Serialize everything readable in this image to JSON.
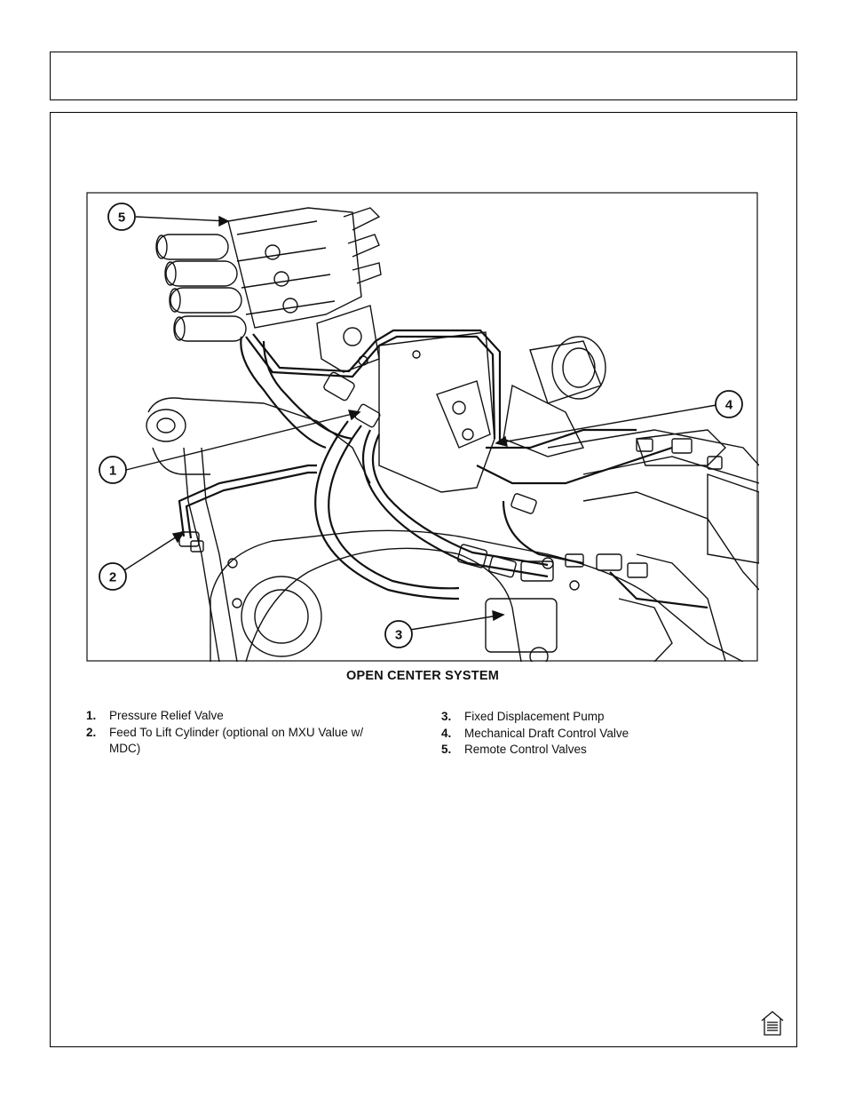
{
  "figure": {
    "callouts": [
      "1",
      "2",
      "3",
      "4",
      "5"
    ]
  },
  "caption": "OPEN CENTER SYSTEM",
  "legend_left": [
    {
      "num": "1.",
      "text": "Pressure Relief Valve"
    },
    {
      "num": "2.",
      "text": "Feed To Lift Cylinder (optional on MXU Value w/ MDC)"
    }
  ],
  "legend_right": [
    {
      "num": "3.",
      "text": "Fixed Displacement Pump"
    },
    {
      "num": "4.",
      "text": "Mechanical Draft Control Valve"
    },
    {
      "num": "5.",
      "text": "Remote Control Valves"
    }
  ],
  "nav": {
    "icon": "home-icon"
  }
}
